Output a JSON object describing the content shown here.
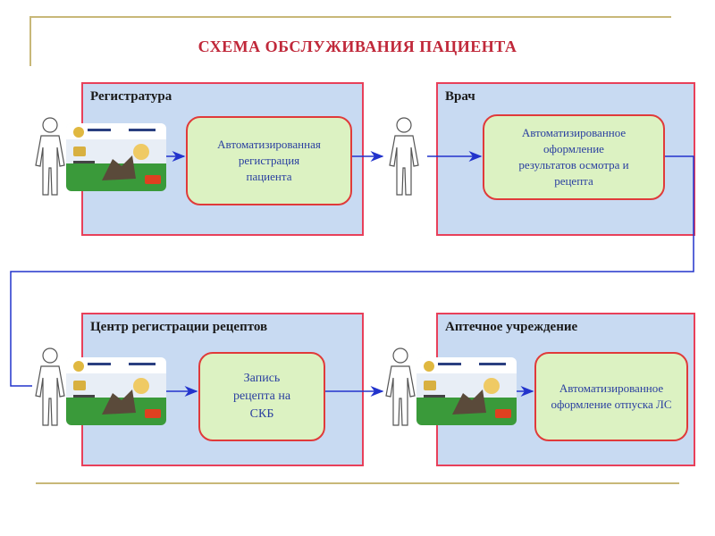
{
  "title": "СХЕМА ОБСЛУЖИВАНИЯ ПАЦИЕНТА",
  "colors": {
    "title": "#c0283a",
    "panel_fill": "#c8daf2",
    "panel_border": "#e8405a",
    "process_fill": "#dcf2c2",
    "process_border": "#e03a3a",
    "process_text": "#2a3fa0",
    "connector": "#2233cc",
    "frame": "#c8b878"
  },
  "panels": {
    "registry": {
      "title": "Регистратура",
      "process": "Автоматизированная\nрегистрация\nпациента"
    },
    "doctor": {
      "title": "Врач",
      "process": "Автоматизированное\nоформление\nрезультатов осмотра и\nрецепта"
    },
    "prescription_center": {
      "title": "Центр регистрации рецептов",
      "process": "Запись\nрецепта на\nСКБ"
    },
    "pharmacy": {
      "title": "Аптечное учреждение",
      "process": "Автоматизированное\nоформление отпуска ЛС"
    }
  },
  "icons": [
    "person-icon",
    "patient-card-icon",
    "arrow-icon"
  ]
}
